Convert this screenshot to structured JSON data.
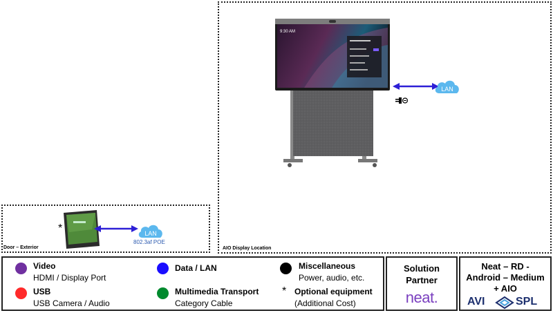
{
  "zones": {
    "door_label": "Door – Exterior",
    "aio_label": "AIO Display Location"
  },
  "display": {
    "time": "9:30 AM"
  },
  "network": {
    "lan_label": "LAN",
    "poe_label": "802.3af POE"
  },
  "optional_marker": "*",
  "legend": {
    "items": [
      {
        "title": "Video",
        "sub": "HDMI / Display Port",
        "color": "#7030a0"
      },
      {
        "title": "USB",
        "sub": "USB Camera / Audio",
        "color": "#ff2a2a"
      },
      {
        "title": "Data / LAN",
        "sub": "",
        "color": "#1a0dff"
      },
      {
        "title": "Multimedia Transport",
        "sub": "Category Cable",
        "color": "#008a2e"
      },
      {
        "title": "Miscellaneous",
        "sub": "Power, audio, etc.",
        "color": "#000000"
      },
      {
        "title": "Optional equipment",
        "sub": "(Additional Cost)",
        "marker": "*"
      }
    ]
  },
  "partner": {
    "heading_line1": "Solution",
    "heading_line2": "Partner",
    "brand": "neat."
  },
  "config": {
    "line1": "Neat – RD -",
    "line2": "Android – Medium",
    "line3": "+ AIO",
    "brand_left": "AVI",
    "brand_right": "SPL"
  },
  "colors": {
    "lan_arrow": "#2d1fd6",
    "cloud": "#5cb8ee",
    "neat_brand": "#7a3fbf",
    "avispl_brand": "#1c2f6e"
  }
}
